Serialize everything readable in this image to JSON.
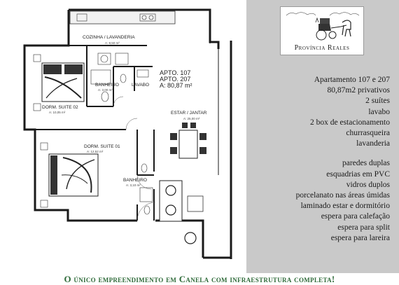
{
  "floorplan": {
    "apartment_labels": [
      "APTO. 107",
      "APTO. 207"
    ],
    "area_label": "A: 80,87 m²",
    "rooms": {
      "kitchen": "COZINHA / LAVANDERIA",
      "kitchen_area": "A: 8,50 m²",
      "bath_1": "BANHEIRO",
      "bath_1_area": "A: 3,00 m²",
      "lavabo": "LAVABO",
      "suite_02": "DORM. SUITE 02",
      "suite_02_area": "A: 10,05 m²",
      "living": "ESTAR / JANTAR",
      "living_area": "A: 25,00 m²",
      "suite_01": "DORM. SUITE 01",
      "suite_01_area": "A: 12,52 m²",
      "bath_2": "BANHEIRO",
      "bath_2_area": "A: 3,10 m²"
    }
  },
  "logo": {
    "name": "Província Reales"
  },
  "details": [
    "Apartamento 107 e 207",
    "80,87m2 privativos",
    "2 suítes",
    "lavabo",
    "2 box de estacionamento",
    "churrasqueira",
    "lavanderia"
  ],
  "finishes": [
    "paredes duplas",
    "esquadrias em PVC",
    "vidros duplos",
    "porcelanato nas áreas úmidas",
    "laminado estar e dormitório",
    "espera para calefação",
    "espera para split",
    "espera para lareira"
  ],
  "footer": {
    "tagline": "O único empreendimento em Canela com infraestrutura completa!"
  },
  "colors": {
    "panel": "#c9c9c9",
    "footer_text": "#2f6b3a",
    "wall": "#1a1a1a"
  }
}
